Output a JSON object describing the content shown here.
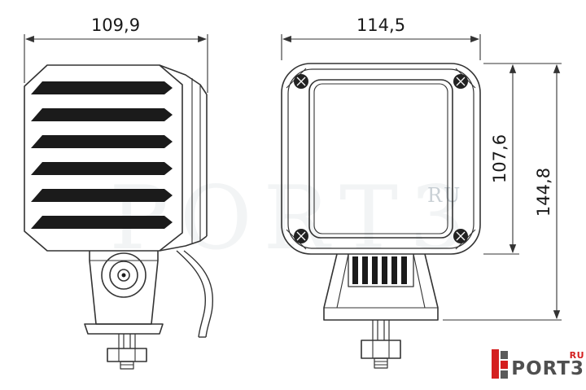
{
  "drawing": {
    "dim_side_width": "109,9",
    "dim_front_width": "114,5",
    "dim_body_height": "107,6",
    "dim_total_height": "144,8"
  },
  "watermark": {
    "large": "PORT3",
    "small": "RU"
  },
  "logo": {
    "text": "PORT3",
    "badge": "RU"
  },
  "colors": {
    "line": "#333333",
    "fill_dark": "#1b1b1b",
    "accent_red": "#d41f1f",
    "watermark": "#8a98a4"
  }
}
